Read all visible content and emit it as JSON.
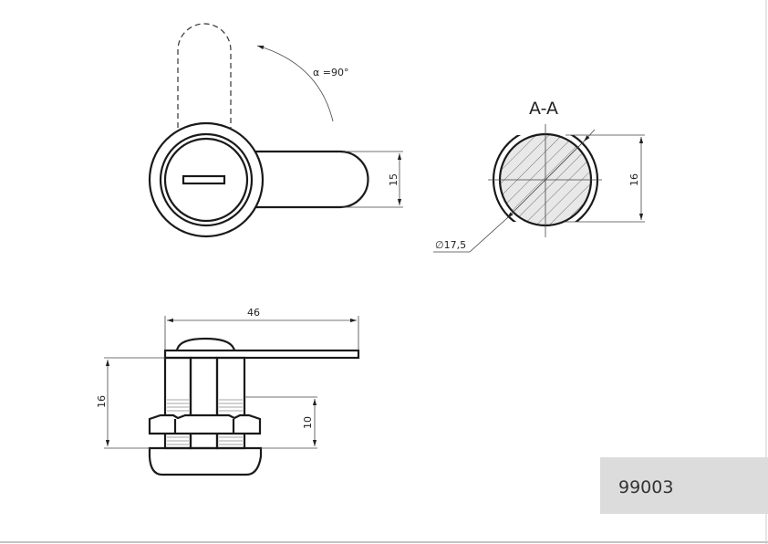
{
  "drawing": {
    "angle_label": "α =90°",
    "arm_width_dim": "15",
    "section_title": "A-A",
    "section_height_dim": "16",
    "diameter_dim": "∅17,5",
    "length_dim": "46",
    "body_height_dim": "16",
    "thread_length_dim": "10"
  },
  "title_block": {
    "part_number": "99003"
  }
}
